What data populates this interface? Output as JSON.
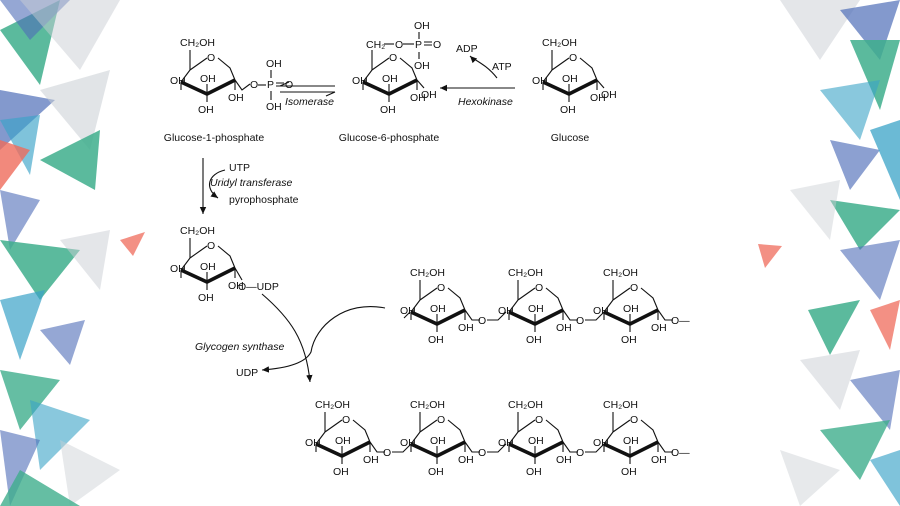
{
  "compounds": {
    "g1p": {
      "name": "Glucose-1-phosphate",
      "ch2oh": "CH₂OH",
      "o": "O",
      "oh": "OH",
      "sub_o": "O",
      "p": "P",
      "p_oh_top": "OH",
      "p_oh_bottom": "OH",
      "p_o": "O"
    },
    "g6p": {
      "name": "Glucose-6-phosphate",
      "ch2": "CH₂",
      "o": "O",
      "oh": "OH",
      "link_o": "O",
      "p": "P",
      "p_oh_top": "OH",
      "p_oh_bottom": "OH",
      "p_o": "O"
    },
    "glucose": {
      "name": "Glucose",
      "ch2oh": "CH₂OH",
      "o": "O",
      "oh": "OH"
    },
    "udp_glucose": {
      "ch2oh": "CH₂OH",
      "o": "O",
      "oh": "OH",
      "sub": "O—UDP"
    }
  },
  "glycogen": {
    "ch2oh": "CH₂OH",
    "o": "O",
    "oh": "OH",
    "link_o": "O",
    "tail": "O—"
  },
  "reactions": {
    "isomerase": "Isomerase",
    "hexokinase": "Hexokinase",
    "atp": "ATP",
    "adp": "ADP",
    "utp": "UTP",
    "uridyl_transferase": "Uridyl transferase",
    "pyrophosphate": "pyrophosphate",
    "glycogen_synthase": "Glycogen synthase",
    "udp": "UDP"
  },
  "colors": {
    "green": "#3eae8c",
    "blue": "#4f6db8",
    "teal": "#3aa3c7",
    "red": "#ef6b5b",
    "grey": "#c9ced3"
  }
}
